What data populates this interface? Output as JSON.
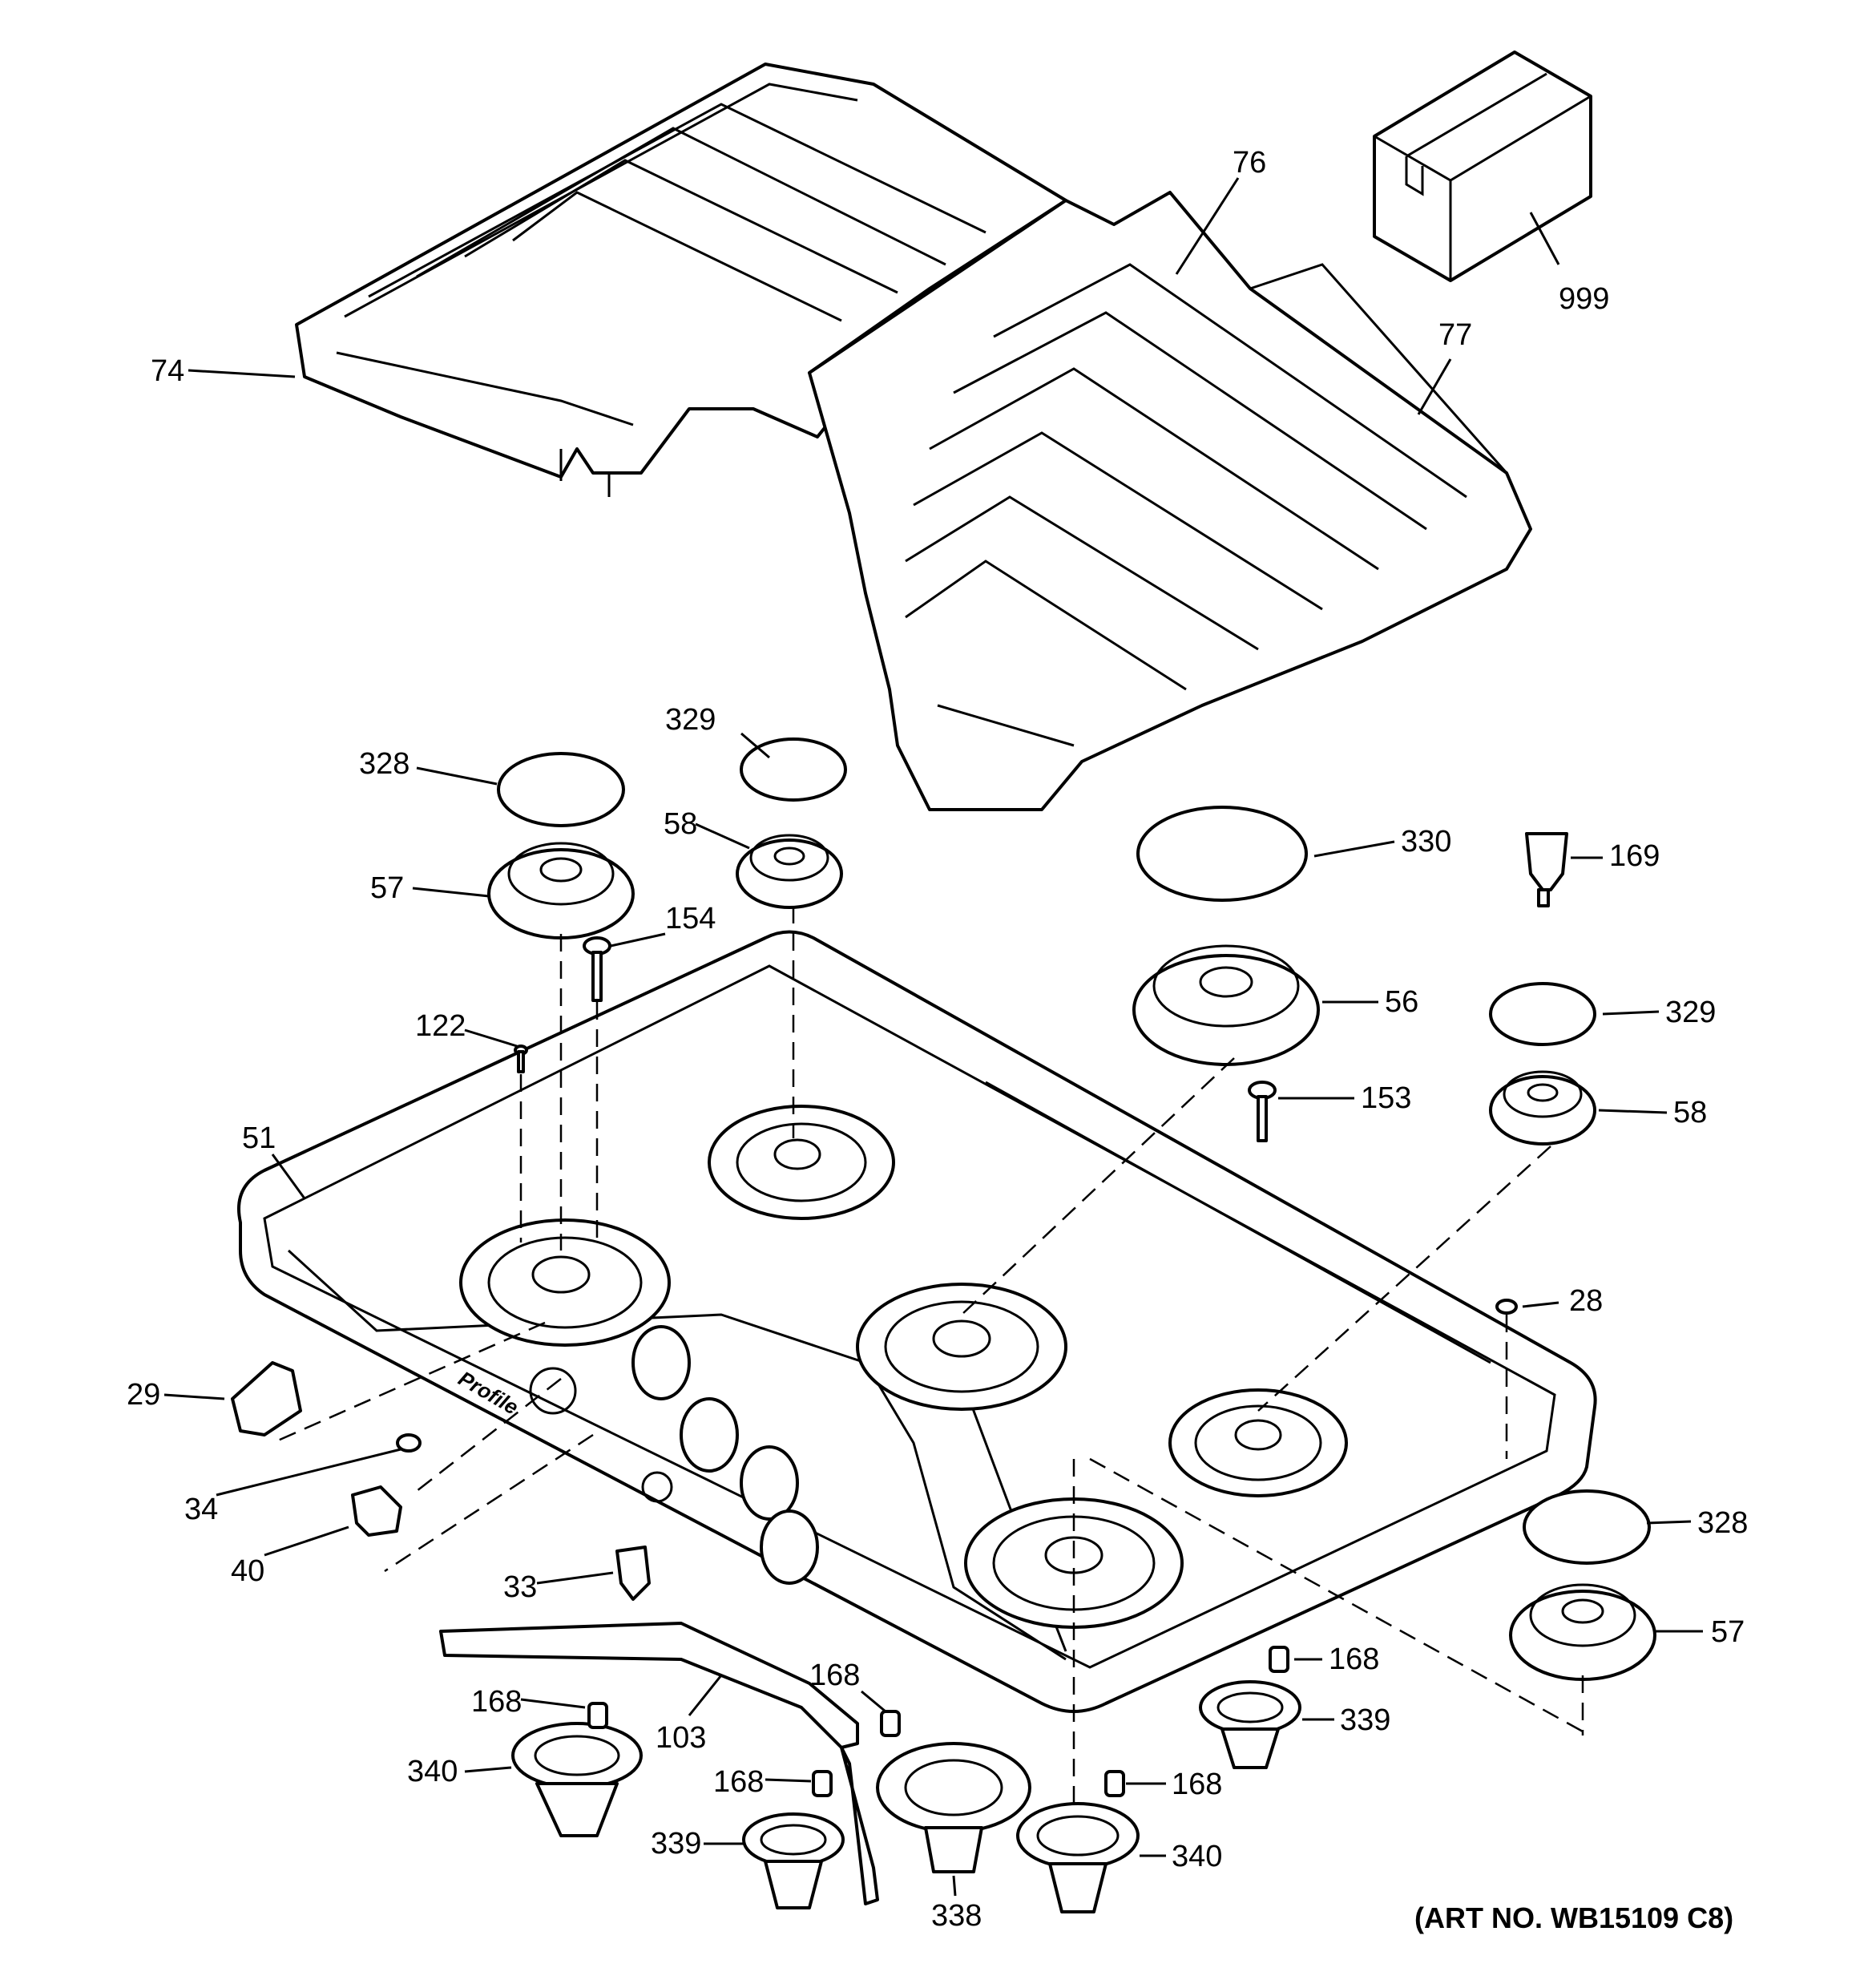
{
  "diagram": {
    "art_note": "(ART NO. WB15109 C8)",
    "callouts": [
      {
        "id": "74",
        "label": "74"
      },
      {
        "id": "76",
        "label": "76"
      },
      {
        "id": "77",
        "label": "77"
      },
      {
        "id": "999",
        "label": "999"
      },
      {
        "id": "328-top",
        "label": "328"
      },
      {
        "id": "329-top",
        "label": "329"
      },
      {
        "id": "58-top",
        "label": "58"
      },
      {
        "id": "57-top",
        "label": "57"
      },
      {
        "id": "154",
        "label": "154"
      },
      {
        "id": "122",
        "label": "122"
      },
      {
        "id": "330",
        "label": "330"
      },
      {
        "id": "169",
        "label": "169"
      },
      {
        "id": "56",
        "label": "56"
      },
      {
        "id": "329-right",
        "label": "329"
      },
      {
        "id": "153",
        "label": "153"
      },
      {
        "id": "58-right",
        "label": "58"
      },
      {
        "id": "51",
        "label": "51"
      },
      {
        "id": "28",
        "label": "28"
      },
      {
        "id": "29",
        "label": "29"
      },
      {
        "id": "34",
        "label": "34"
      },
      {
        "id": "40",
        "label": "40"
      },
      {
        "id": "33",
        "label": "33"
      },
      {
        "id": "328-right",
        "label": "328"
      },
      {
        "id": "57-right",
        "label": "57"
      },
      {
        "id": "168-a",
        "label": "168"
      },
      {
        "id": "103",
        "label": "103"
      },
      {
        "id": "168-b",
        "label": "168"
      },
      {
        "id": "168-c",
        "label": "168"
      },
      {
        "id": "339-right",
        "label": "339"
      },
      {
        "id": "340-left",
        "label": "340"
      },
      {
        "id": "168-d",
        "label": "168"
      },
      {
        "id": "168-e",
        "label": "168"
      },
      {
        "id": "339-left",
        "label": "339"
      },
      {
        "id": "338",
        "label": "338"
      },
      {
        "id": "340-right",
        "label": "340"
      }
    ],
    "panel_text": {
      "brand": "Profile"
    }
  }
}
